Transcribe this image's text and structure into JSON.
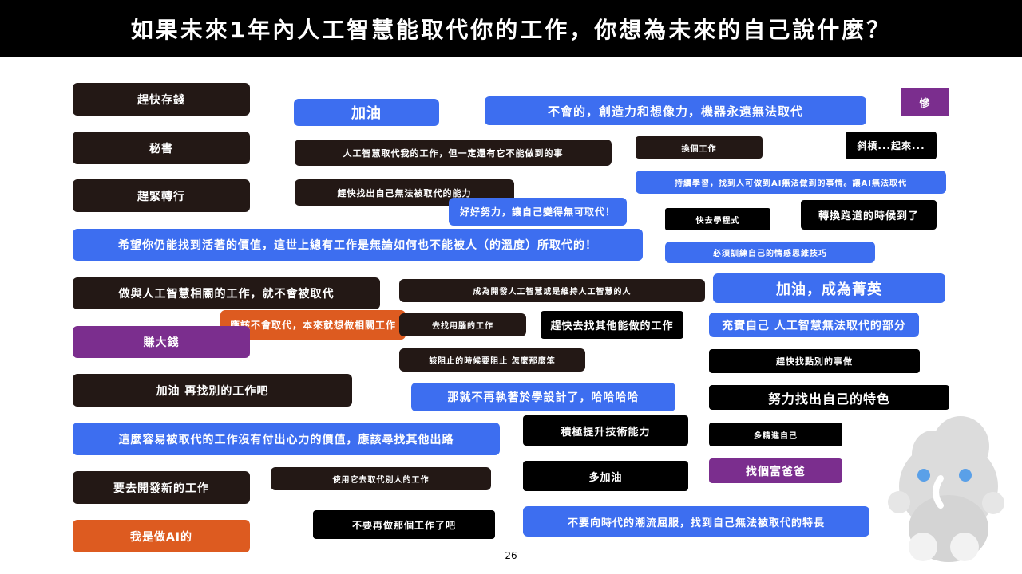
{
  "header": {
    "title": "如果未來1年內人工智慧能取代你的工作，你想為未來的自己說什麼？"
  },
  "notes": [
    {
      "text": "趕快存錢"
    },
    {
      "text": "秘書"
    },
    {
      "text": "趕緊轉行"
    },
    {
      "text": "加油"
    },
    {
      "text": "不會的，創造力和想像力，機器永遠無法取代"
    },
    {
      "text": "慘"
    },
    {
      "text": "人工智慧取代我的工作，但一定還有它不能做到的事"
    },
    {
      "text": "換個工作"
    },
    {
      "text": "斜槓...起來..."
    },
    {
      "text": "持續學習，找到人可做到AI無法做到的事情。讓AI無法取代"
    },
    {
      "text": "趕快找出自己無法被取代的能力"
    },
    {
      "text": "好好努力，讓自己變得無可取代！"
    },
    {
      "text": "快去學程式"
    },
    {
      "text": "轉換跑道的時候到了"
    },
    {
      "text": "希望你仍能找到活著的價值，這世上總有工作是無論如何也不能被人（的溫度）所取代的！"
    },
    {
      "text": "必須訓練自己的情感思維技巧"
    },
    {
      "text": "做與人工智慧相關的工作，就不會被取代"
    },
    {
      "text": "成為開發人工智慧或是維持人工智慧的人"
    },
    {
      "text": "加油，成為菁英"
    },
    {
      "text": "應該不會取代，本來就想做相關工作"
    },
    {
      "text": "去找用腦的工作"
    },
    {
      "text": "趕快去找其他能做的工作"
    },
    {
      "text": "充實自己 人工智慧無法取代的部分"
    },
    {
      "text": "賺大錢"
    },
    {
      "text": "該阻止的時候要阻止 怎麼那麼笨"
    },
    {
      "text": "趕快找點別的事做"
    },
    {
      "text": "加油 再找別的工作吧"
    },
    {
      "text": "那就不再執著於學設計了，哈哈哈哈"
    },
    {
      "text": "努力找出自己的特色"
    },
    {
      "text": "積極提升技術能力"
    },
    {
      "text": "這麼容易被取代的工作沒有付出心力的價值，應該尋找其他出路"
    },
    {
      "text": "多精進自己"
    },
    {
      "text": "要去開發新的工作"
    },
    {
      "text": "使用它去取代別人的工作"
    },
    {
      "text": "多加油"
    },
    {
      "text": "找個富爸爸"
    },
    {
      "text": "我是做AI的"
    },
    {
      "text": "不要再做那個工作了吧"
    },
    {
      "text": "不要向時代的潮流屈服，找到自己無法被取代的特長"
    }
  ],
  "footer": {
    "page_number": "26"
  },
  "colors": {
    "header_bg": "#000000",
    "dark_note": "#231815",
    "blue_note": "#3d6ef0",
    "purple_note": "#7b2e8e",
    "orange_note": "#dd5b20",
    "mascot": "#dcdcdc",
    "mascot_eyes": "#5aa0e8"
  }
}
